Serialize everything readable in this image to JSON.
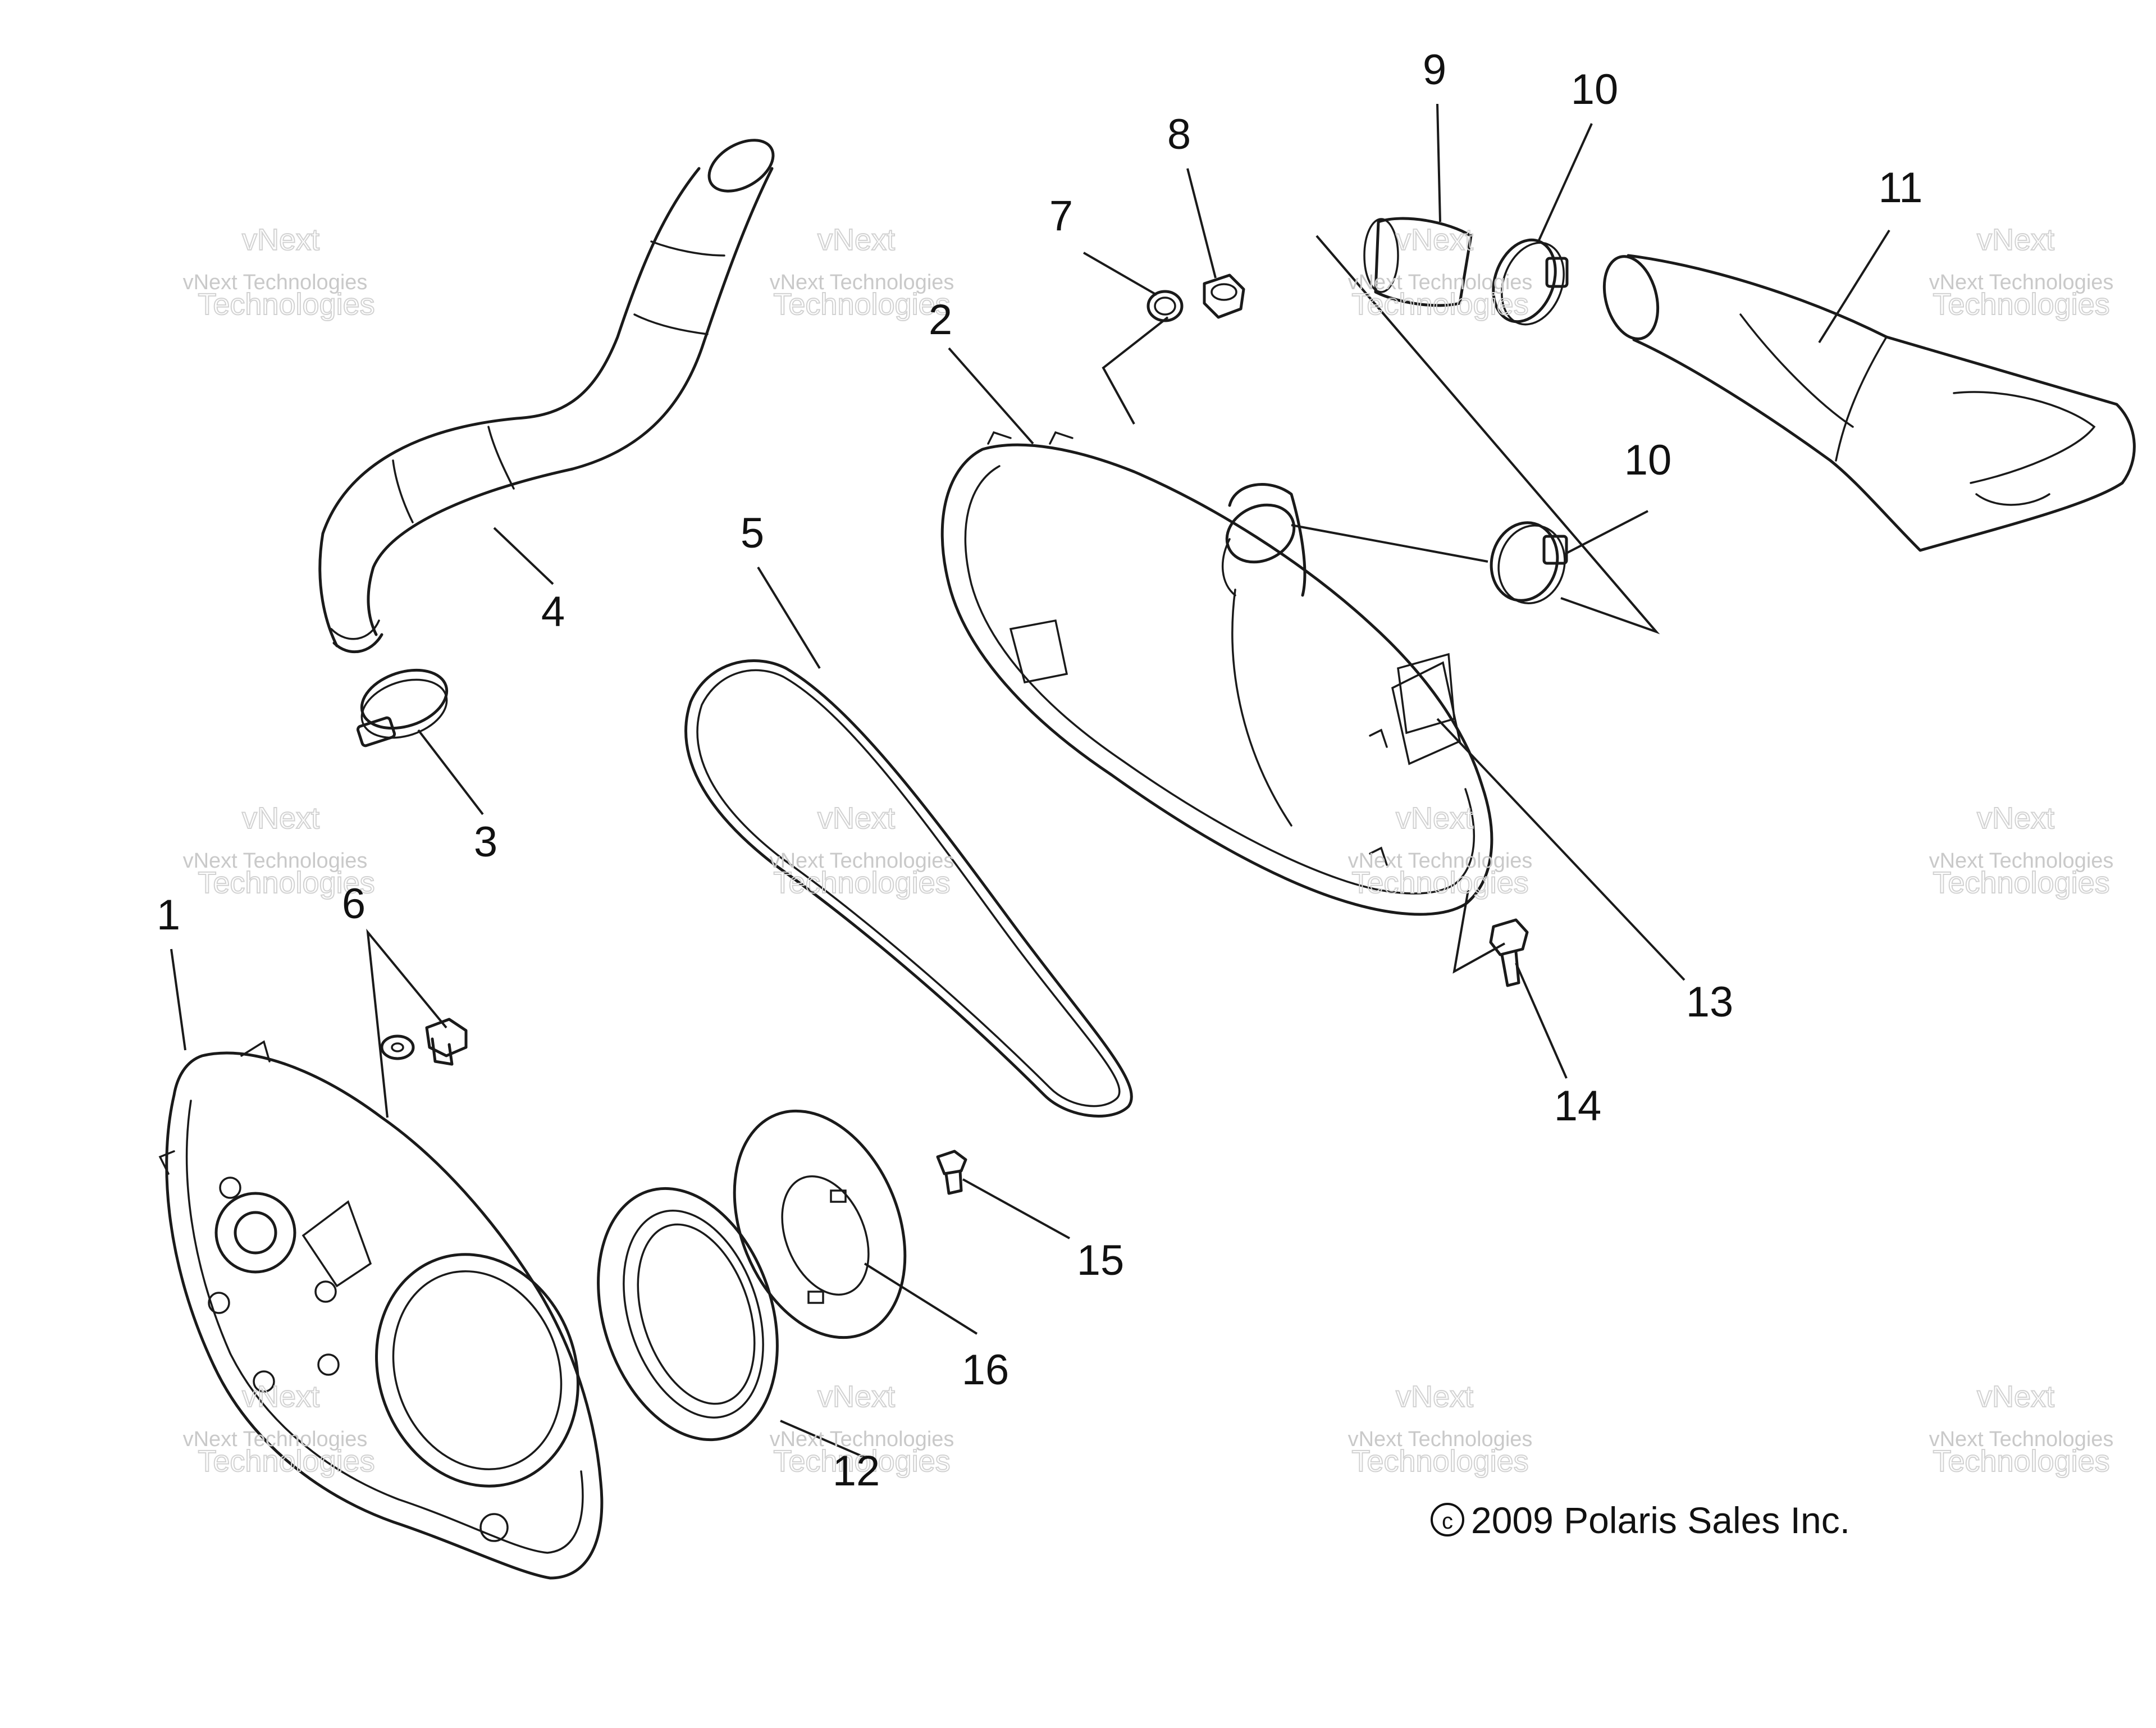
{
  "callouts": [
    "1",
    "2",
    "3",
    "4",
    "5",
    "6",
    "7",
    "8",
    "9",
    "10",
    "10",
    "11",
    "12",
    "13",
    "14",
    "15",
    "16"
  ],
  "copyright": "2009 Polaris Sales Inc.",
  "watermark": {
    "line1": "vNext",
    "line2": "vNext Technologies",
    "line3": "Technologies"
  }
}
